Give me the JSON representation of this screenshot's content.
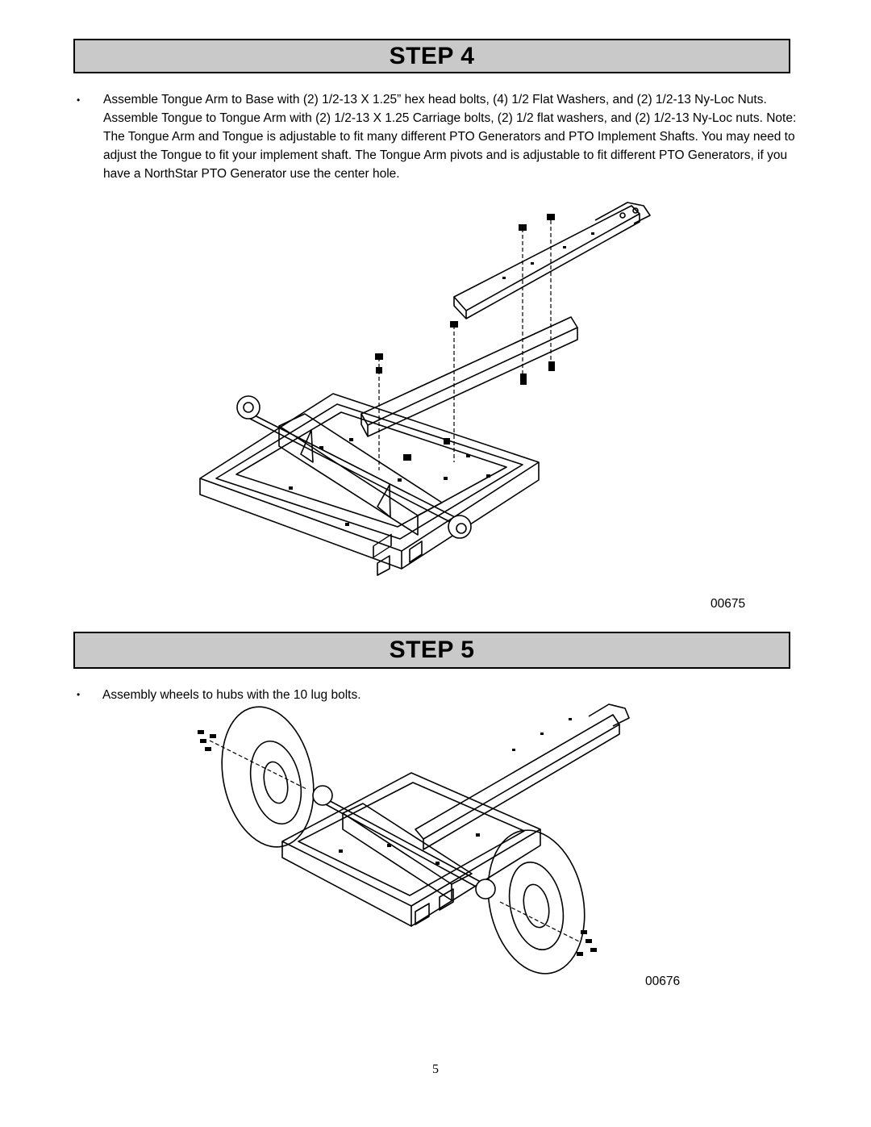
{
  "steps": [
    {
      "title": "STEP 4",
      "instruction": "Assemble Tongue Arm to Base with (2) 1/2-13 X 1.25” hex head bolts, (4) 1/2 Flat Washers, and (2) 1/2-13 Ny-Loc Nuts. Assemble Tongue to Tongue Arm with (2) 1/2-13 X 1.25 Carriage bolts, (2) 1/2 flat washers, and (2) 1/2-13 Ny-Loc nuts. Note: The Tongue Arm and Tongue is adjustable to fit many different PTO Generators and PTO Implement Shafts. You may need to adjust the Tongue to fit your implement shaft. The Tongue Arm pivots and is adjustable to fit different PTO Generators, if you have a NorthStar PTO Generator use the center hole.",
      "figure_id": "00675"
    },
    {
      "title": "STEP 5",
      "instruction": "Assembly wheels to hubs with the 10 lug bolts.",
      "figure_id": "00676"
    }
  ],
  "bullet_glyph": "•",
  "page_number": "5",
  "colors": {
    "step_bar": "#c9c9c9",
    "line": "#000000"
  }
}
